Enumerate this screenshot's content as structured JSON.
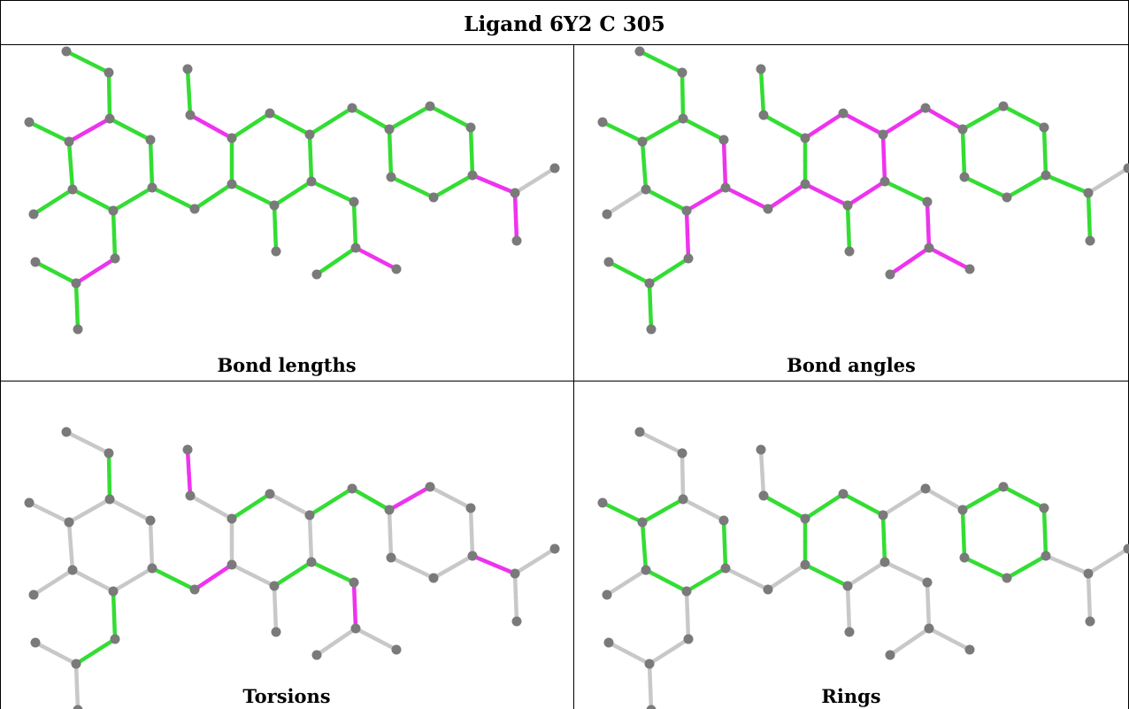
{
  "title": "Ligand 6Y2 C 305",
  "colors": {
    "green": "#33dd33",
    "magenta": "#ee33ee",
    "gray": "#c8c8c8",
    "atom": "#7a7a7a"
  },
  "panels": [
    {
      "label": "Bond lengths"
    },
    {
      "label": "Bond angles"
    },
    {
      "label": "Torsions"
    },
    {
      "label": "Rings"
    }
  ]
}
